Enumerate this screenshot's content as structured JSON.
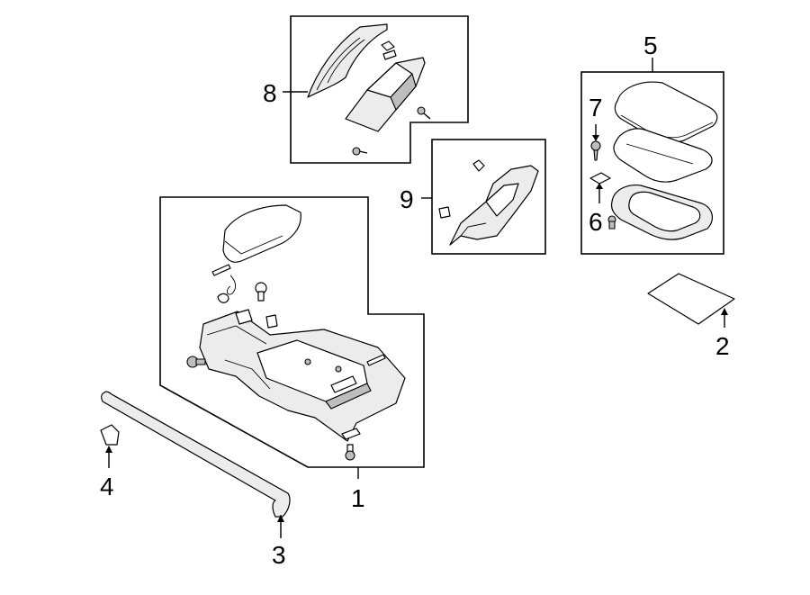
{
  "diagram": {
    "callouts": {
      "c1": "1",
      "c2": "2",
      "c3": "3",
      "c4": "4",
      "c5": "5",
      "c6": "6",
      "c7": "7",
      "c8": "8",
      "c9": "9"
    }
  }
}
